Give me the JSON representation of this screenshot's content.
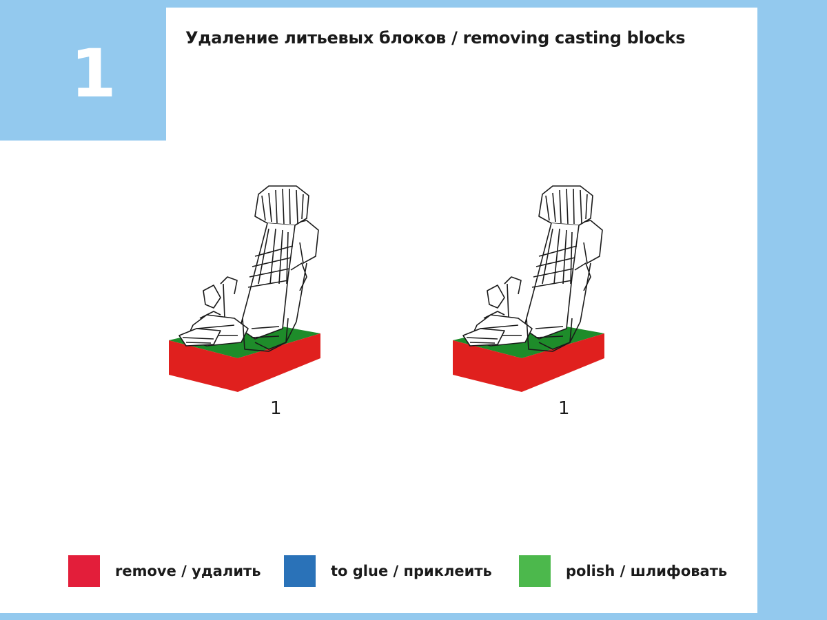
{
  "step": {
    "number": "1"
  },
  "title": "Удаление литьевых блоков / removing casting blocks",
  "parts": [
    {
      "label": "1"
    },
    {
      "label": "1"
    }
  ],
  "legend": [
    {
      "label": "remove / удалить",
      "color": "#e31e3a"
    },
    {
      "label": "to glue / приклеить",
      "color": "#2a72b8"
    },
    {
      "label": "polish / шлифовать",
      "color": "#4cb84c"
    }
  ],
  "colors": {
    "frame": "#93c9ee",
    "block_top": "#1e8c2a",
    "block_side": "#e0201e"
  }
}
